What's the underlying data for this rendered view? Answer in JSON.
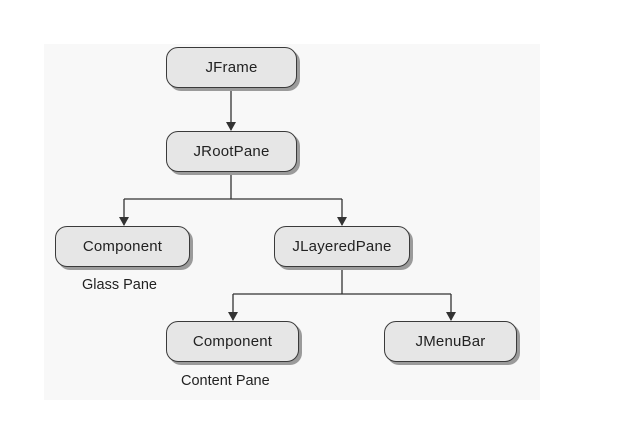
{
  "nodes": {
    "jframe": "JFrame",
    "jrootpane": "JRootPane",
    "glass_component": "Component",
    "jlayeredpane": "JLayeredPane",
    "content_component": "Component",
    "jmenubar": "JMenuBar"
  },
  "captions": {
    "glass_pane": "Glass Pane",
    "content_pane": "Content Pane"
  },
  "colors": {
    "node_fill": "#e6e6e6",
    "node_border": "#3a3a3a",
    "node_shadow": "#9b9b9b",
    "line": "#333333",
    "panel": "#f8f8f8"
  }
}
